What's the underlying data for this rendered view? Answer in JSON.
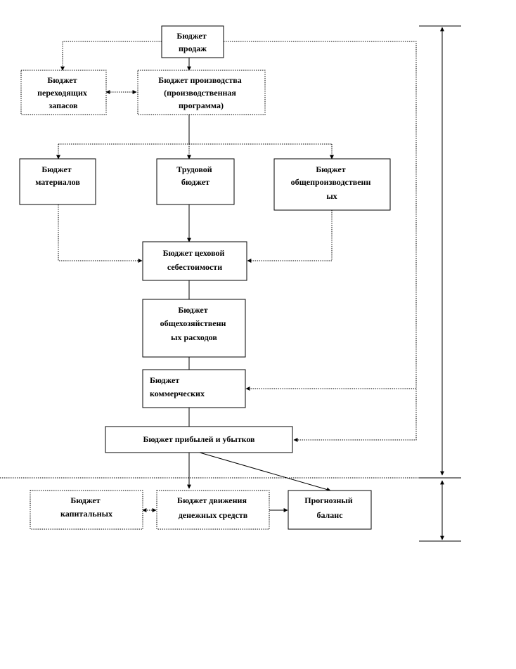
{
  "nodes": {
    "sales": {
      "lines": [
        "Бюджет",
        "продаж"
      ]
    },
    "inventory": {
      "lines": [
        "Бюджет",
        "переходящих",
        "запасов"
      ]
    },
    "production": {
      "lines": [
        "Бюджет производства",
        "(производственная",
        "программа)"
      ]
    },
    "materials": {
      "lines": [
        "Бюджет",
        "материалов"
      ]
    },
    "labor": {
      "lines": [
        "Трудовой",
        "бюджет"
      ]
    },
    "overhead": {
      "lines": [
        "Бюджет",
        "общепроизводственн",
        "ых"
      ]
    },
    "shop_cost": {
      "lines": [
        "Бюджет цеховой",
        "себестоимости"
      ]
    },
    "general": {
      "lines": [
        "Бюджет",
        "общехозяйственн",
        "ых расходов"
      ]
    },
    "commercial": {
      "lines": [
        "Бюджет",
        "коммерческих"
      ]
    },
    "pnl": {
      "lines": [
        "Бюджет прибылей и убытков"
      ]
    },
    "capital": {
      "lines": [
        "Бюджет",
        "капитальных"
      ]
    },
    "cashflow": {
      "lines": [
        "Бюджет движения",
        "денежных средств"
      ]
    },
    "balance": {
      "lines": [
        "Прогнозный",
        "баланс"
      ]
    }
  }
}
